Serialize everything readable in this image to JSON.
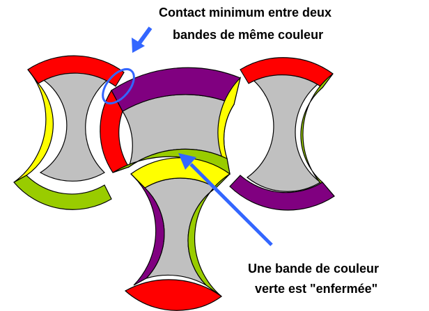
{
  "annotations": {
    "top": {
      "line1": "Contact minimum entre deux",
      "line2": "bandes de même couleur"
    },
    "bottom": {
      "line1": "Une bande de couleur",
      "line2": "verte est \"enfermée\""
    }
  },
  "colors": {
    "background": "#ffffff",
    "tile_fill": "#c0c0c0",
    "red": "#ff0000",
    "yellow": "#ffff00",
    "green": "#99cc00",
    "purple": "#800080",
    "arrow": "#3366ff",
    "outline": "#000000"
  }
}
